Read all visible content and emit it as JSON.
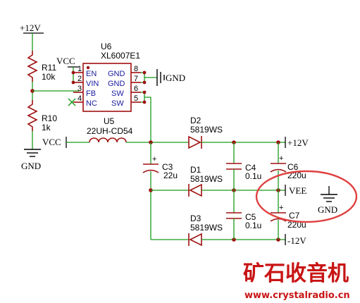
{
  "nets": {
    "plus12_top": "+12V",
    "vcc_u6": "VCC",
    "gnd_u6": "GND",
    "gnd_left": "GND",
    "vcc_u5": "VCC",
    "plus12_right": "+12V",
    "vee": "VEE",
    "gnd_right": "GND",
    "minus12": "-12V"
  },
  "u6": {
    "ref": "U6",
    "value": "XL6007E1",
    "pins": [
      {
        "num": "1",
        "name": "EN"
      },
      {
        "num": "2",
        "name": "VIN"
      },
      {
        "num": "3",
        "name": "FB"
      },
      {
        "num": "4",
        "name": "NC"
      },
      {
        "num": "8",
        "name": "GND"
      },
      {
        "num": "7",
        "name": "GND"
      },
      {
        "num": "6",
        "name": "SW"
      },
      {
        "num": "5",
        "name": "SW"
      }
    ]
  },
  "r11": {
    "ref": "R11",
    "value": "10k"
  },
  "r10": {
    "ref": "R10",
    "value": "1k"
  },
  "u5": {
    "ref": "U5",
    "value": "22UH-CD54"
  },
  "c3": {
    "ref": "C3",
    "value": "22u"
  },
  "c4": {
    "ref": "C4",
    "value": "0.1u"
  },
  "c5": {
    "ref": "C5",
    "value": "0.1u"
  },
  "c6": {
    "ref": "C6",
    "value": "220u"
  },
  "c7": {
    "ref": "C7",
    "value": "220u"
  },
  "d1": {
    "ref": "D1",
    "value": "5819WS"
  },
  "d2": {
    "ref": "D2",
    "value": "5819WS"
  },
  "d3": {
    "ref": "D3",
    "value": "5819WS"
  },
  "watermark": {
    "title": "矿石收音机",
    "url": "www.crystalradio.cn"
  },
  "colors": {
    "wire": "#1a9a1a",
    "part": "#a01010",
    "pin_text": "#1a1aa0",
    "highlight": "#e04040",
    "watermark": "#c81414"
  }
}
